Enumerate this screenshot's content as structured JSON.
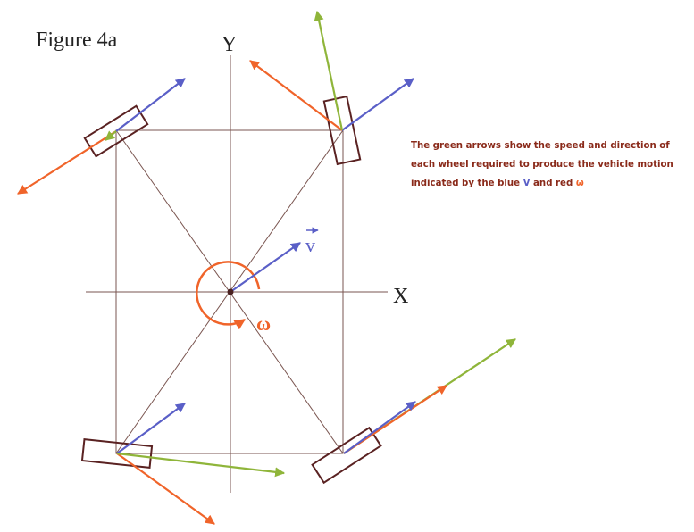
{
  "figure_label": "Figure 4a",
  "axes": {
    "x_label": "X",
    "y_label": "Y"
  },
  "symbols": {
    "velocity": "v",
    "omega": "ω"
  },
  "caption": {
    "line1": "The green arrows show the speed and direction of",
    "line2": "each wheel required to produce the vehicle motion",
    "line3_prefix": "indicated by the blue ",
    "line3_v": "V",
    "line3_mid": " and red ",
    "line3_omega": "ω"
  },
  "colors": {
    "blue_arrow": "#5a5fc7",
    "red_arrow": "#f0642a",
    "green_arrow": "#8fb53a",
    "frame": "#7a5550",
    "wheel": "#5a2222",
    "caption_text": "#8a2a1a"
  }
}
